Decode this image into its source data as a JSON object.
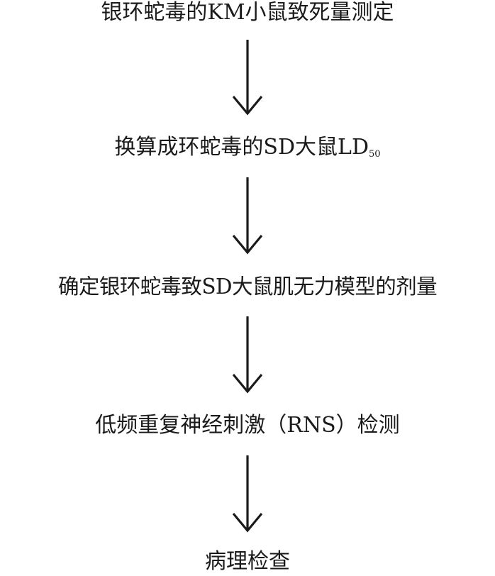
{
  "flowchart": {
    "steps": [
      {
        "text": "银环蛇毒的KM小鼠致死量测定"
      },
      {
        "text": "换算成环蛇毒的SD大鼠LD",
        "subscript": "50"
      },
      {
        "text": "确定银环蛇毒致SD大鼠肌无力模型的剂量"
      },
      {
        "text": "低频重复神经刺激（RNS）检测"
      },
      {
        "text": "病理检查"
      }
    ],
    "arrow_color": "#1a1a1a",
    "text_color": "#1a1a1a"
  }
}
